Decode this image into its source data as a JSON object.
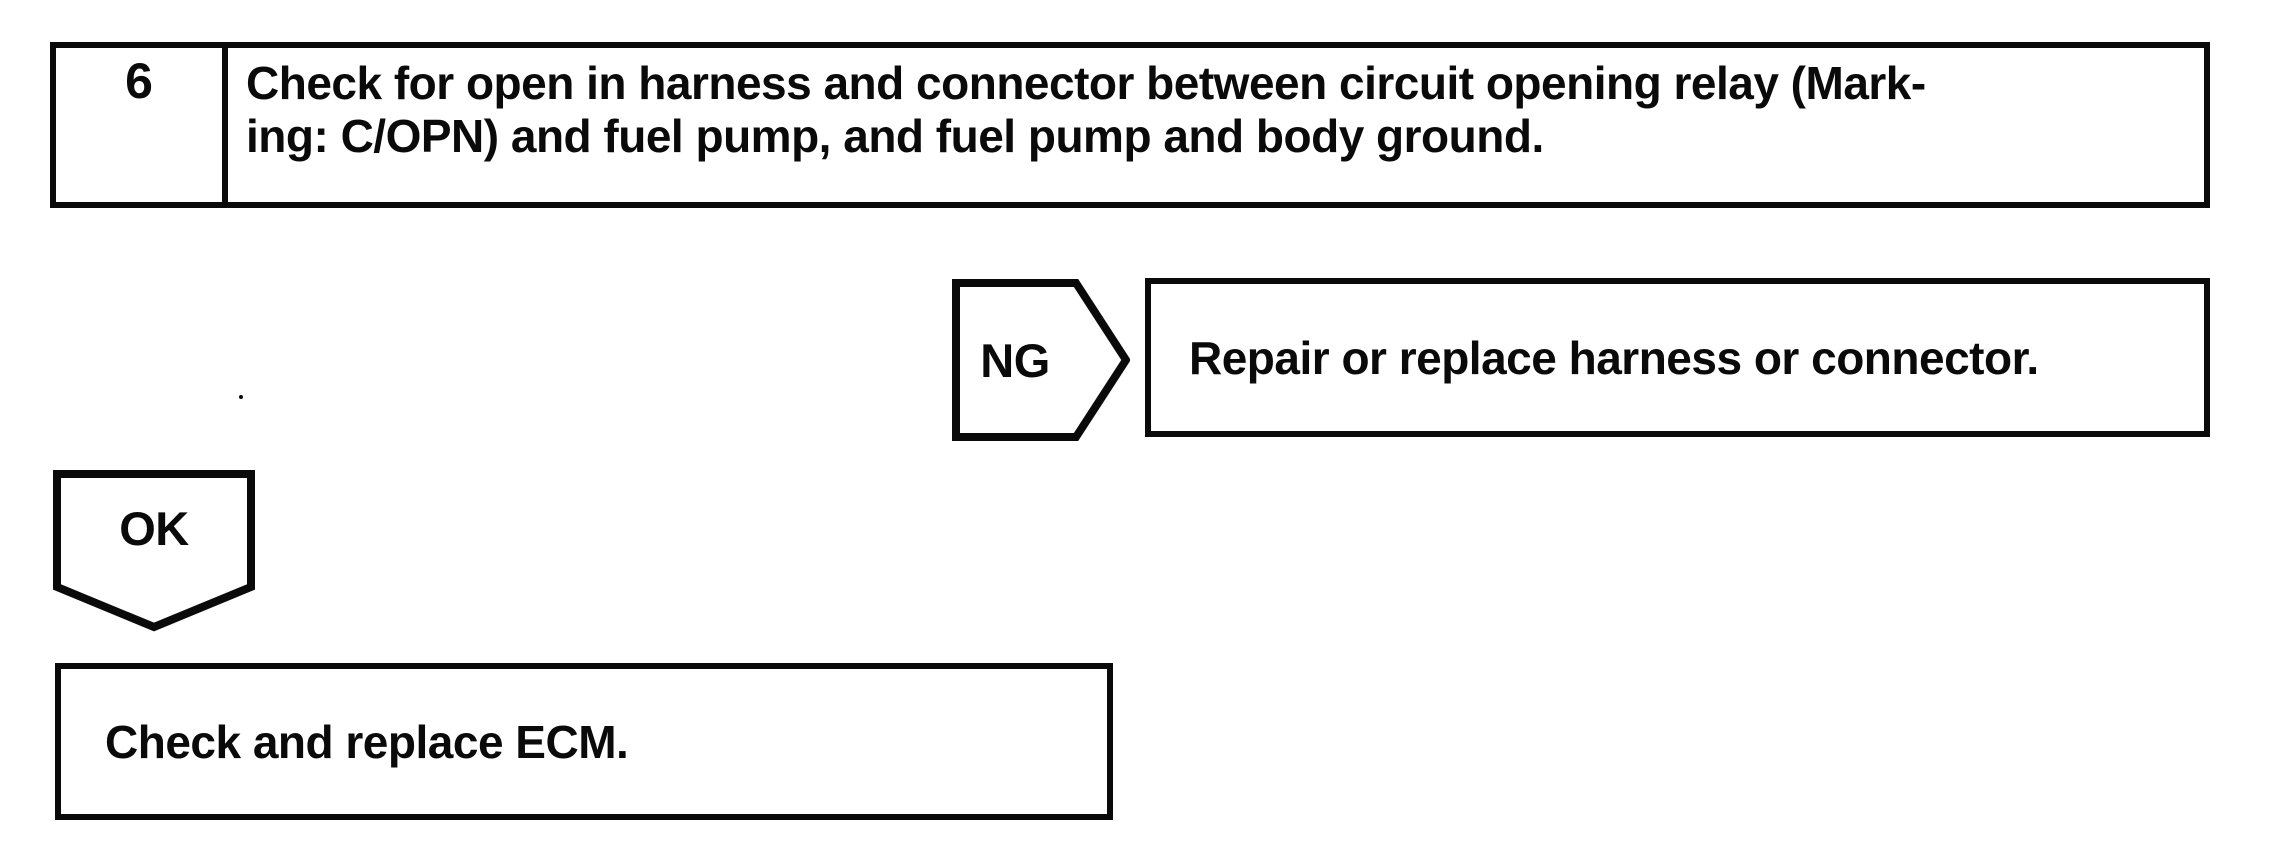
{
  "page": {
    "background": "#ffffff",
    "ink_color": "#0a0a0a"
  },
  "flowchart": {
    "step_box": {
      "number": "6",
      "instruction_line1": "Check for open in harness and connector between circuit opening relay (Mark-",
      "instruction_line2": "ing: C/OPN) and fuel pump, and fuel pump and body ground."
    },
    "ng_branch": {
      "connector_label": "NG",
      "action_text": "Repair or replace harness or connector."
    },
    "ok_branch": {
      "connector_label": "OK",
      "action_text": "Check and replace ECM."
    }
  }
}
